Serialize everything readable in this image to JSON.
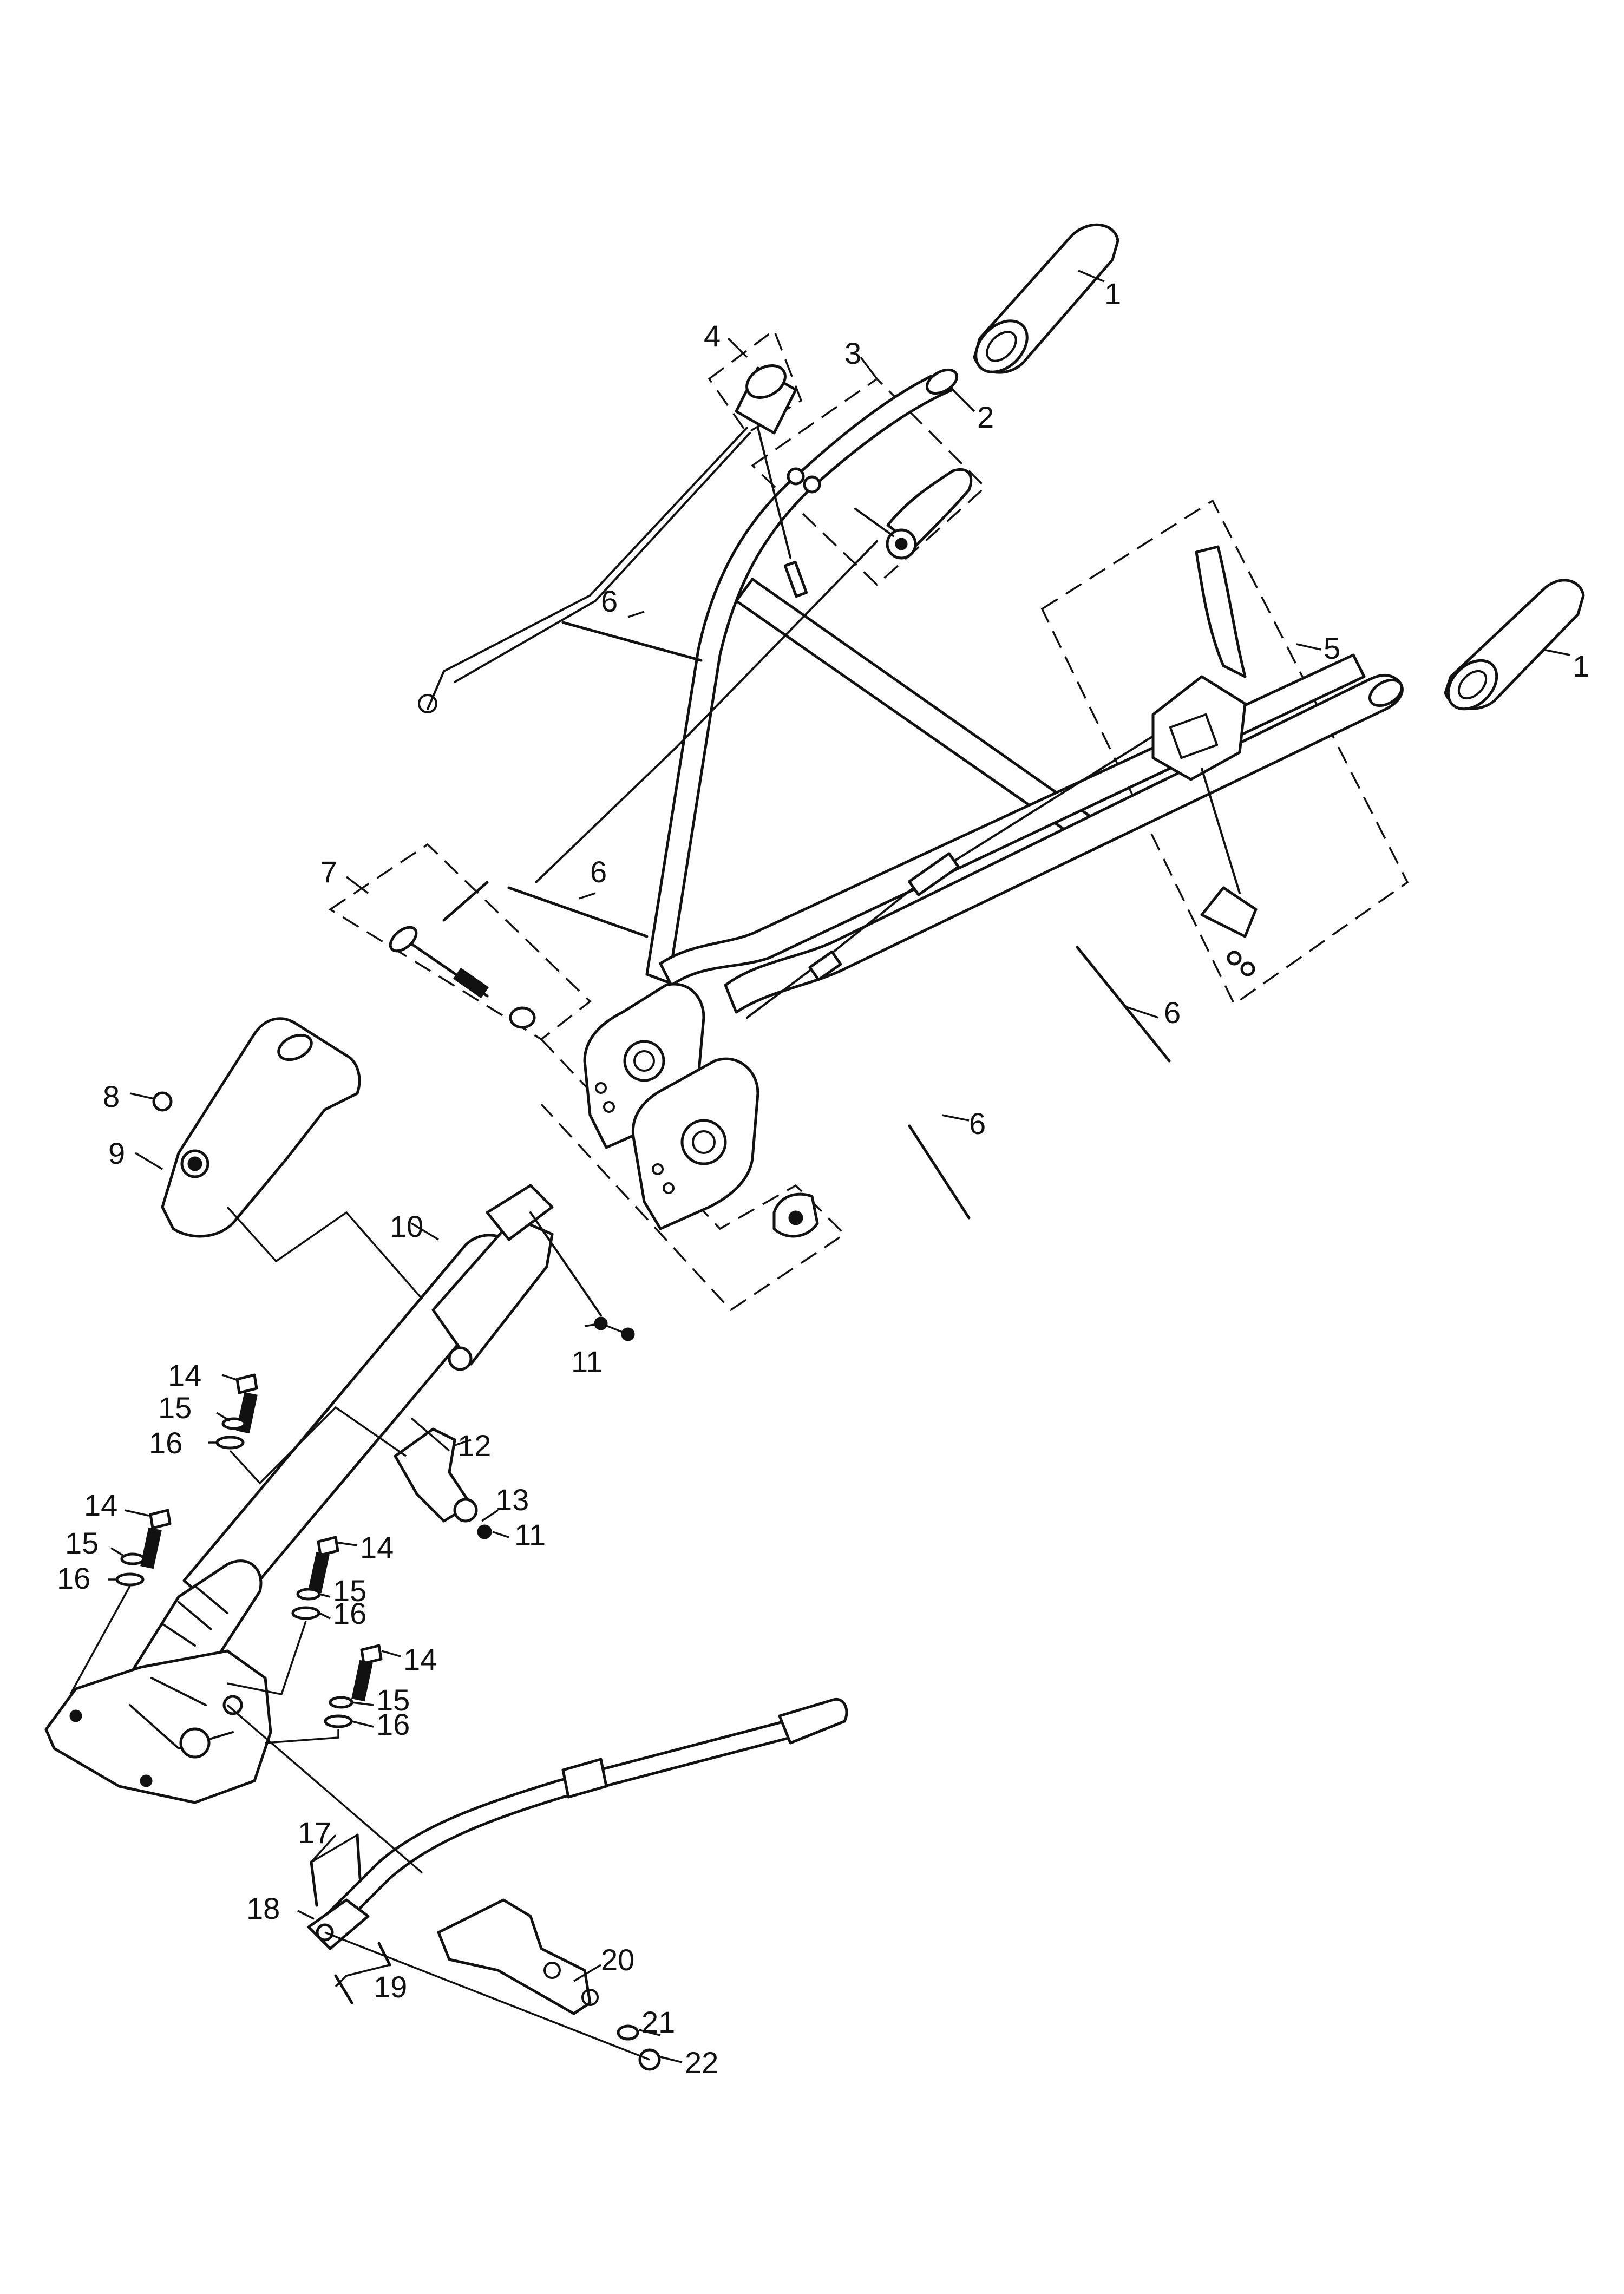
{
  "diagram": {
    "callouts": [
      "1",
      "1",
      "2",
      "3",
      "4",
      "5",
      "6",
      "6",
      "6",
      "6",
      "7",
      "8",
      "9",
      "10",
      "11",
      "11",
      "12",
      "13",
      "14",
      "14",
      "14",
      "14",
      "15",
      "15",
      "15",
      "15",
      "16",
      "16",
      "16",
      "16",
      "17",
      "18",
      "19",
      "20",
      "21",
      "22"
    ]
  }
}
